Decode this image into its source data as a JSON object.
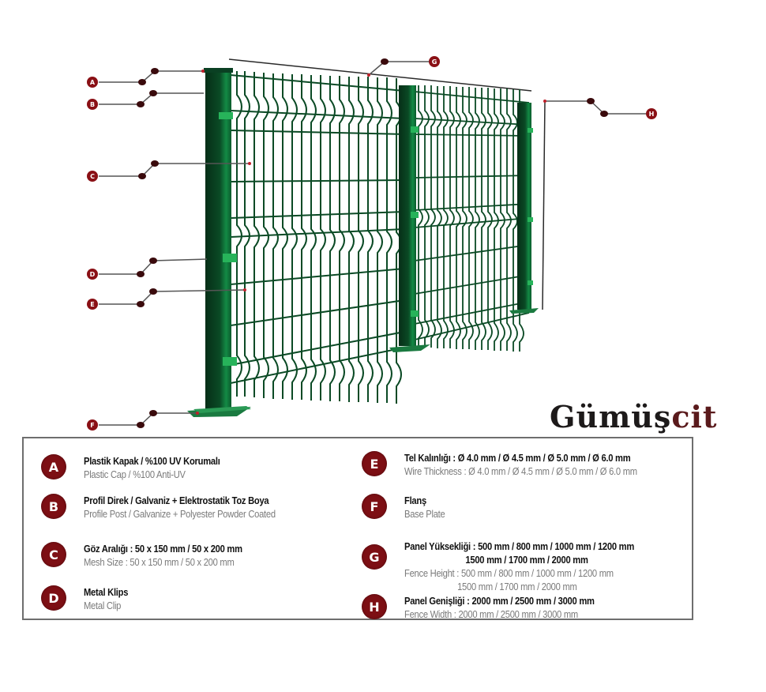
{
  "brand": {
    "part1": "Gümüş",
    "part2": "cit",
    "color_dark": "#1d1a1a",
    "color_accent": "#5a1a1c"
  },
  "colors": {
    "badge": "#7d0f14",
    "fence_green": "#0f5a2e",
    "fence_dark": "#083d1e",
    "leader_line": "#555555",
    "frame": "#6e6e6e"
  },
  "callouts": [
    {
      "letter": "A",
      "component": "plastic-cap"
    },
    {
      "letter": "B",
      "component": "profile-post"
    },
    {
      "letter": "C",
      "component": "mesh"
    },
    {
      "letter": "D",
      "component": "metal-clip"
    },
    {
      "letter": "E",
      "component": "wire"
    },
    {
      "letter": "F",
      "component": "base-plate"
    },
    {
      "letter": "G",
      "component": "panel-width-dimension"
    },
    {
      "letter": "H",
      "component": "panel-height-dimension"
    }
  ],
  "specs": {
    "A": {
      "letter": "A",
      "tr": "Plastik Kapak / %100 UV Korumalı",
      "en": "Plastic Cap / %100 Anti-UV"
    },
    "B": {
      "letter": "B",
      "tr": "Profil Direk / Galvaniz + Elektrostatik Toz Boya",
      "en": "Profile Post / Galvanize + Polyester Powder Coated"
    },
    "C": {
      "letter": "C",
      "tr": "Göz Aralığı : 50 x 150 mm / 50 x 200 mm",
      "en": "Mesh Size : 50 x 150 mm / 50 x 200 mm"
    },
    "D": {
      "letter": "D",
      "tr": "Metal Klips",
      "en": "Metal Clip"
    },
    "E": {
      "letter": "E",
      "tr": "Tel Kalınlığı : Ø 4.0 mm / Ø 4.5 mm / Ø 5.0 mm / Ø 6.0 mm",
      "en": "Wire Thickness : Ø 4.0 mm / Ø 4.5 mm / Ø 5.0 mm / Ø 6.0 mm"
    },
    "F": {
      "letter": "F",
      "tr": "Flanş",
      "en": "Base Plate"
    },
    "G": {
      "letter": "G",
      "tr": "Panel Yüksekliği : 500 mm / 800 mm / 1000 mm / 1200 mm",
      "tr2": "1500 mm / 1700 mm / 2000 mm",
      "en": "Fence Height : 500 mm / 800 mm / 1000 mm / 1200 mm",
      "en2": "1500 mm / 1700 mm / 2000 mm"
    },
    "H": {
      "letter": "H",
      "tr": "Panel Genişliği : 2000 mm / 2500 mm / 3000 mm",
      "en": "Fence Width : 2000 mm / 2500 mm / 3000 mm"
    }
  }
}
